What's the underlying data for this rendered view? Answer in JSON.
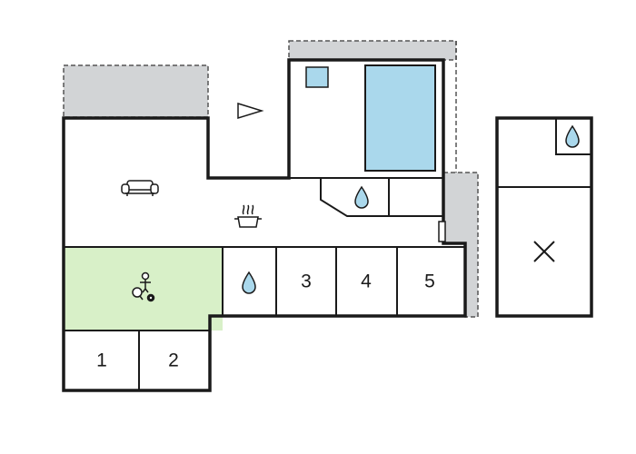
{
  "colors": {
    "terrace": "#d2d4d6",
    "terrace_border": "#555555",
    "activity_room": "#d8f0c8",
    "water": "#aad8ec",
    "wall": "#1a1a1a",
    "background": "#ffffff"
  },
  "rooms": {
    "bedroom_1": {
      "label": "1"
    },
    "bedroom_2": {
      "label": "2"
    },
    "bedroom_3": {
      "label": "3"
    },
    "bedroom_4": {
      "label": "4"
    },
    "bedroom_5": {
      "label": "5"
    }
  },
  "icons": {
    "sofa": "sofa-icon",
    "kitchen": "cooking-pot-icon",
    "table_tennis": "table-tennis-icon",
    "water": "water-drop-icon",
    "sauna": "sauna-heater-icon",
    "pool": "pool-icon",
    "entrance": "entrance-arrow-icon",
    "annex_room": "cross-mark-icon"
  }
}
